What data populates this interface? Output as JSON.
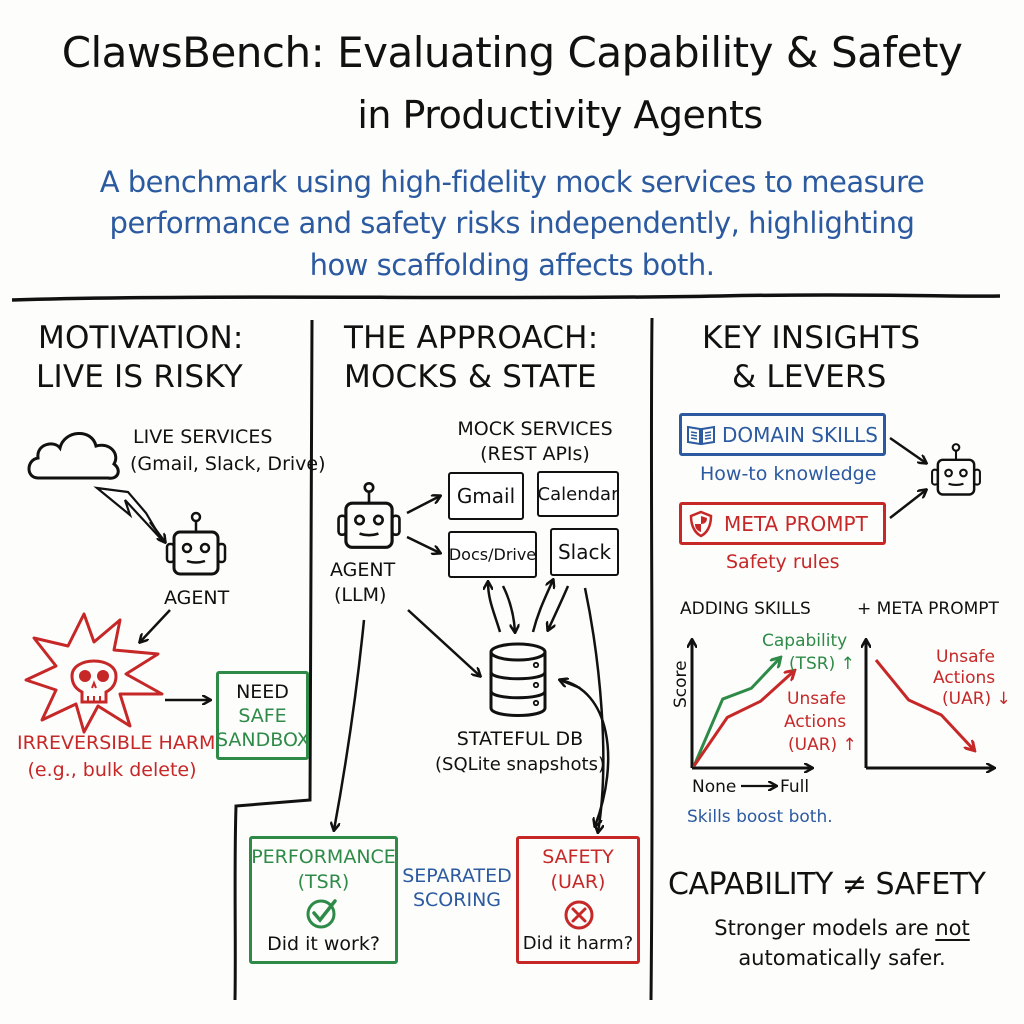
{
  "header": {
    "title_line1": "ClawsBench: Evaluating Capability & Safety",
    "title_line2": "in Productivity Agents",
    "subtitle_lines": [
      "A benchmark using high-fidelity mock services to measure",
      "performance and safety risks independently, highlighting",
      "how scaffolding affects both."
    ]
  },
  "colors": {
    "ink": "#111111",
    "blue": "#2c5aa0",
    "green": "#2e8b47",
    "red": "#c62828",
    "background": "#fdfdfc"
  },
  "motivation": {
    "heading_line1": "MOTIVATION:",
    "heading_line2": "LIVE IS RISKY",
    "live_services_label": "LIVE SERVICES",
    "live_services_examples": "(Gmail, Slack, Drive)",
    "cloud_icon": "cloud-icon",
    "lightning_icon": "lightning-arrow-icon",
    "agent_icon": "robot-icon",
    "agent_label": "AGENT",
    "harm_icon": "skull-explosion-icon",
    "harm_label": "IRREVERSIBLE HARM",
    "harm_example": "(e.g., bulk delete)",
    "sandbox_line1": "NEED",
    "sandbox_line2": "SAFE",
    "sandbox_line3": "SANDBOX"
  },
  "approach": {
    "heading_line1": "THE APPROACH:",
    "heading_line2": "MOCKS & STATE",
    "mock_services_label": "MOCK SERVICES",
    "mock_services_sub": "(REST APIs)",
    "services": [
      "Gmail",
      "Calendar",
      "Docs/Drive",
      "Slack"
    ],
    "agent_label": "AGENT",
    "agent_sub": "(LLM)",
    "db_icon": "database-icon",
    "db_label": "STATEFUL DB",
    "db_sub": "(SQLite snapshots)",
    "performance": {
      "title": "PERFORMANCE",
      "metric": "(TSR)",
      "icon": "check-circle-icon",
      "question": "Did it work?"
    },
    "separated_line1": "SEPARATED",
    "separated_line2": "SCORING",
    "safety": {
      "title": "SAFETY",
      "metric": "(UAR)",
      "icon": "x-circle-icon",
      "question": "Did it harm?"
    }
  },
  "insights": {
    "heading_line1": "KEY INSIGHTS",
    "heading_line2": "& LEVERS",
    "domain_skills": {
      "label": "DOMAIN SKILLS",
      "icon": "book-icon",
      "caption": "How-to knowledge"
    },
    "meta_prompt": {
      "label": "META PROMPT",
      "icon": "shield-icon",
      "caption": "Safety rules"
    },
    "agent_icon": "robot-icon",
    "chart_left": {
      "title": "ADDING SKILLS",
      "ylabel": "Score",
      "x_start": "None",
      "x_end": "Full",
      "series": [
        {
          "name": "Capability (TSR)",
          "line1": "Capability",
          "line2": "(TSR) ↑",
          "trend": "up",
          "values": [
            0,
            0.62,
            0.72,
            1.0
          ]
        },
        {
          "name": "Unsafe Actions (UAR)",
          "line1": "Unsafe",
          "line2": "Actions",
          "line3": "(UAR) ↑",
          "trend": "up",
          "values": [
            0,
            0.45,
            0.6,
            0.88
          ]
        }
      ],
      "caption": "Skills boost both."
    },
    "chart_right": {
      "title": "+ META PROMPT",
      "series": [
        {
          "name": "Unsafe Actions (UAR)",
          "line1": "Unsafe",
          "line2": "Actions",
          "line3": "(UAR) ↓",
          "trend": "down",
          "values": [
            1.0,
            0.6,
            0.45,
            0.1
          ]
        }
      ]
    },
    "conclusion_title": "CAPABILITY ≠ SAFETY",
    "conclusion_text_pre": "Stronger models are ",
    "conclusion_text_emph": "not",
    "conclusion_text_post": "automatically safer."
  }
}
